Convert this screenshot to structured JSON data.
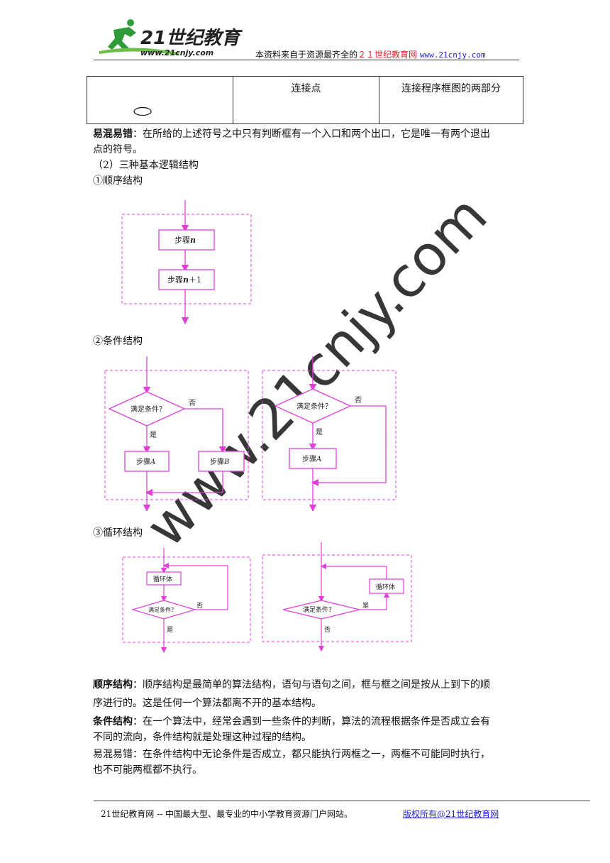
{
  "header": {
    "logo_main": "21世纪教育",
    "logo_url": "www.21cnjy.com",
    "note_prefix": "本资料来自于资源最齐全的",
    "note_site": "２１世纪教育网",
    "note_url": "www.21cnjy.com"
  },
  "table": {
    "name": "连接点",
    "function": "连接程序框图的两部分"
  },
  "text": {
    "confuse1_label": "易混易错",
    "confuse1_line1": "：在所给的上述符号之中只有判断框有一个入口和两个出口，它是唯一有两个退出",
    "confuse1_line2": "点的符号。",
    "section_title": "（2）三种基本逻辑结构",
    "seq_heading": "①顺序结构",
    "cond_heading": "②条件结构",
    "loop_heading": "③循环结构",
    "seq_label": "顺序结构",
    "seq_line1": "：顺序结构是最简单的算法结构，语句与语句之间，框与框之间是按从上到下的顺",
    "seq_line2": "序进行的。这是任何一个算法都离不开的基本结构。",
    "cond_label": "条件结构",
    "cond_line1": "：在一个算法中，经常会遇到一些条件的判断，算法的流程根据条件是否成立会有",
    "cond_line2": "不同的流向，条件结构就是处理这种过程的结构。",
    "confuse2_line1": "易混易错：在条件结构中无论条件是否成立，都只能执行两框之一，两框不可能同时执行，",
    "confuse2_line2": "也不可能两框都不执行。"
  },
  "flowcharts": {
    "step_n": "步骤",
    "step_n_var": "n",
    "step_n1": "步骤",
    "step_n1_var": "n",
    "step_n1_suffix": "＋1",
    "condition_q": "满足条件？",
    "yes": "是",
    "no": "否",
    "step_a": "步骤",
    "step_a_var": "A",
    "step_b": "步骤",
    "step_b_var": "B",
    "loop_body": "循环体"
  },
  "footer": {
    "left": "21世纪教育网 -- 中国最大型、最专业的中小学教育资源门户网站。",
    "right": "版权所有@21世纪教育网"
  },
  "watermark": {
    "text": "www.21cnjy.com"
  },
  "colors": {
    "flow": "#e040d8",
    "watermark": "#9b30d9",
    "link": "#1d1dcc",
    "accent": "#d4262e",
    "logo": "#2f9a3a"
  }
}
